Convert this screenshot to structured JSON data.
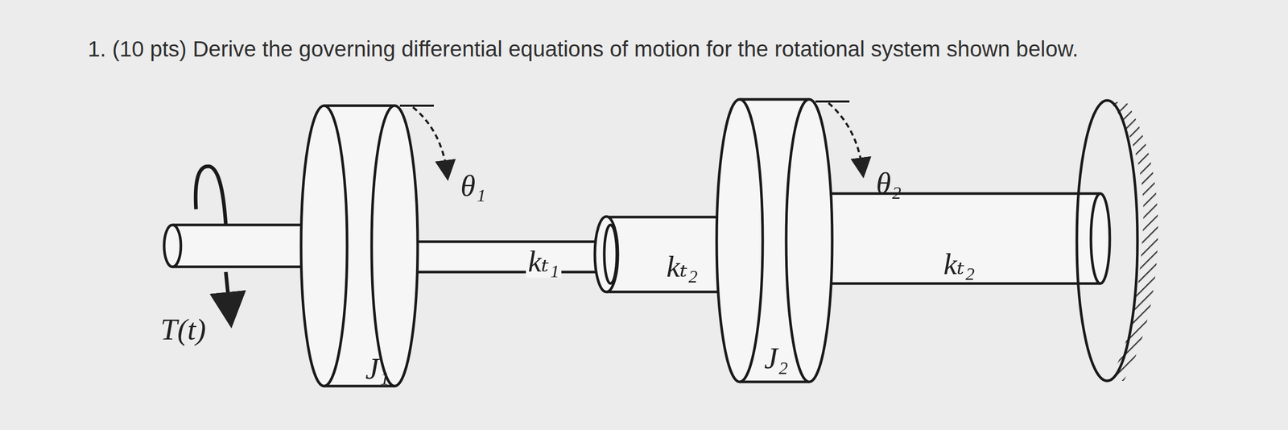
{
  "diagram": {
    "title": "1. (10 pts) Derive the governing differential equations of motion for the rotational system shown below.",
    "labels": [
      "θ₁",
      "θ₂",
      "kₜ₁",
      "kₜ₂",
      "kₜ₂",
      "T(t)",
      "J₁",
      "J₂"
    ]
  }
}
